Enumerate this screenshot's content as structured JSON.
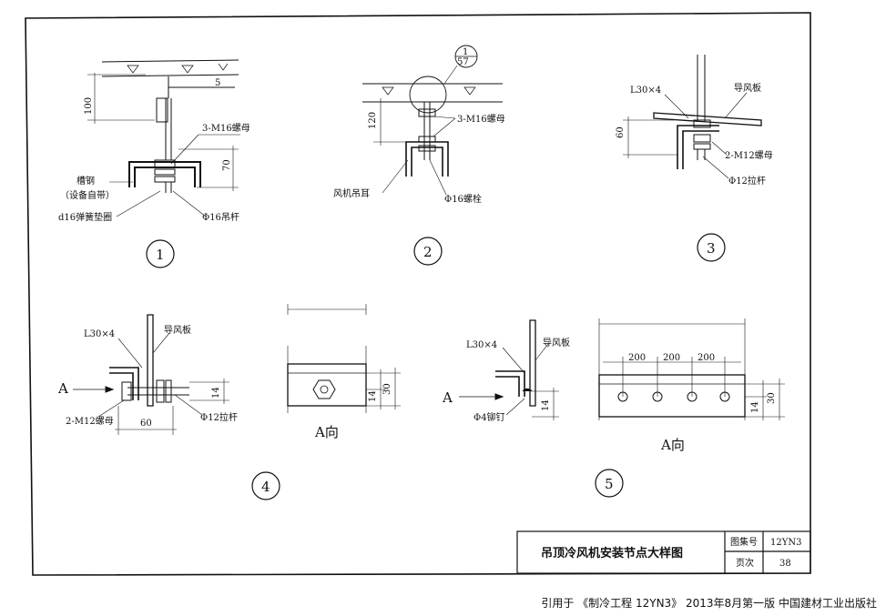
{
  "details": {
    "d1": {
      "number": "1",
      "dim_100": "100",
      "dim_5": "5",
      "dim_70": "70",
      "nut": "3-M16螺母",
      "channel": "槽钢",
      "channel_note": "（设备自带）",
      "washer": "d16弹簧垫圈",
      "rod": "Φ16吊杆"
    },
    "d2": {
      "number": "2",
      "ref_top": "1",
      "ref_bottom": "57",
      "dim_120": "120",
      "nut": "3-M16螺母",
      "lug": "风机吊耳",
      "bolt": "Φ16螺栓"
    },
    "d3": {
      "number": "3",
      "angle": "L30×4",
      "guide": "导风板",
      "dim_60": "60",
      "nut": "2-M12螺母",
      "rod": "Φ12拉杆"
    },
    "d4": {
      "number": "4",
      "angle": "L30×4",
      "guide": "导风板",
      "arrow": "A",
      "nut": "2-M12螺母",
      "rod": "Φ12拉杆",
      "dim_60": "60",
      "dim_14": "14",
      "view_dim_14": "14",
      "view_dim_30": "30",
      "view_label": "A向"
    },
    "d5": {
      "number": "5",
      "angle": "L30×4",
      "guide": "导风板",
      "arrow": "A",
      "rivet": "Φ4铆钉",
      "dim_14": "14",
      "pitch": [
        "200",
        "200",
        "200"
      ],
      "view_dim_14": "14",
      "view_dim_30": "30",
      "view_label": "A向"
    }
  },
  "title_block": {
    "drawing_title": "吊顶冷风机安装节点大样图",
    "atlas_label": "图集号",
    "atlas_value": "12YN3",
    "page_label": "页次",
    "page_value": "38"
  },
  "source_caption": "引用于 《制冷工程 12YN3》 2013年8月第一版 中国建材工业出版社"
}
